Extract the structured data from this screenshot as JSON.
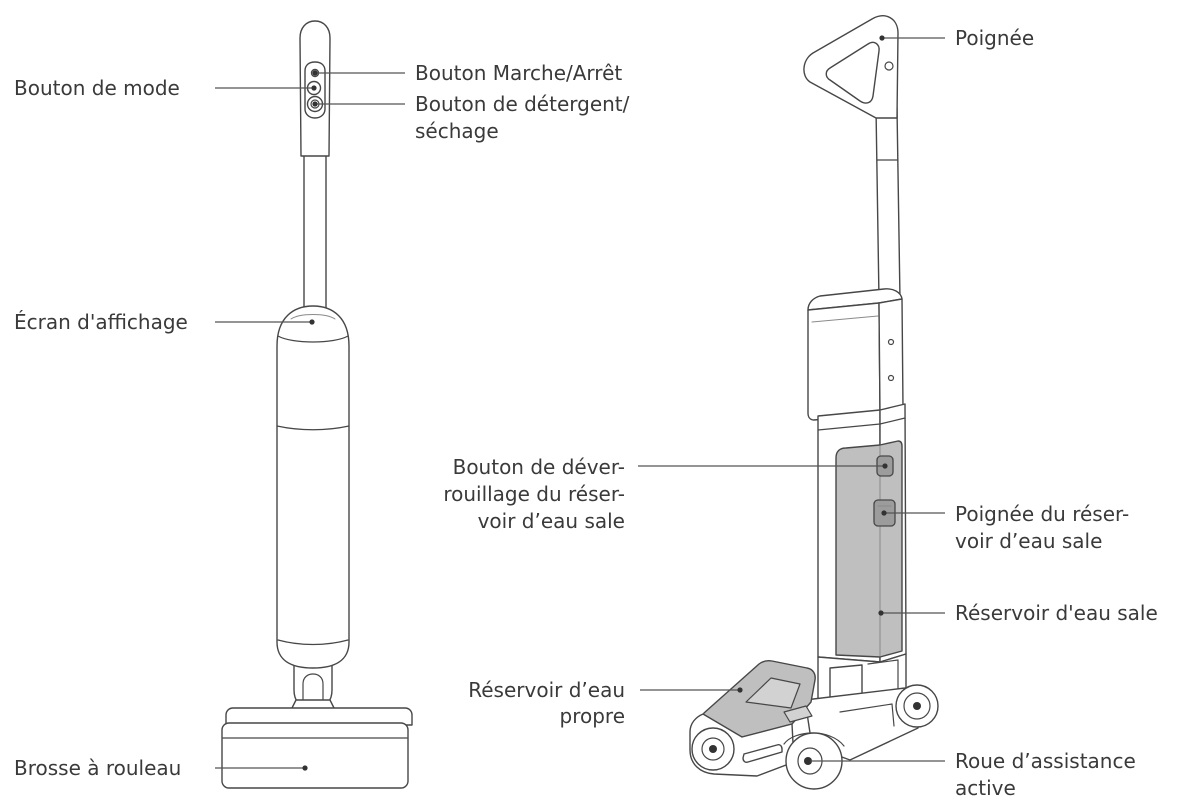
{
  "labels": {
    "left": {
      "mode_button": "Bouton de mode",
      "power_button": "Bouton Marche/Arrêt",
      "detergent_button": [
        "Bouton de détergent/",
        "séchage"
      ],
      "display": "Écran d'affichage",
      "roller_brush": "Brosse à rouleau"
    },
    "right": {
      "handle": "Poignée",
      "tank_release": [
        "Bouton de déver-",
        "rouillage du réser-",
        "voir d’eau sale"
      ],
      "tank_handle": [
        "Poignée du réser-",
        "voir d’eau sale"
      ],
      "dirty_tank": "Réservoir d'eau sale",
      "clean_tank": [
        "Réservoir d’eau",
        "propre"
      ],
      "assist_wheel": [
        "Roue d’assistance",
        "active"
      ]
    }
  },
  "icons": {
    "left_view": "wet-vacuum-front-view-icon",
    "right_view": "wet-vacuum-angled-view-icon"
  },
  "colors": {
    "line": "#474747",
    "text": "#3a3a3a",
    "leader": "#555555",
    "dot": "#333333",
    "shade": "#bfbfbf",
    "shade_dark": "#9c9c9c",
    "shade_light": "#d2d2d2"
  }
}
